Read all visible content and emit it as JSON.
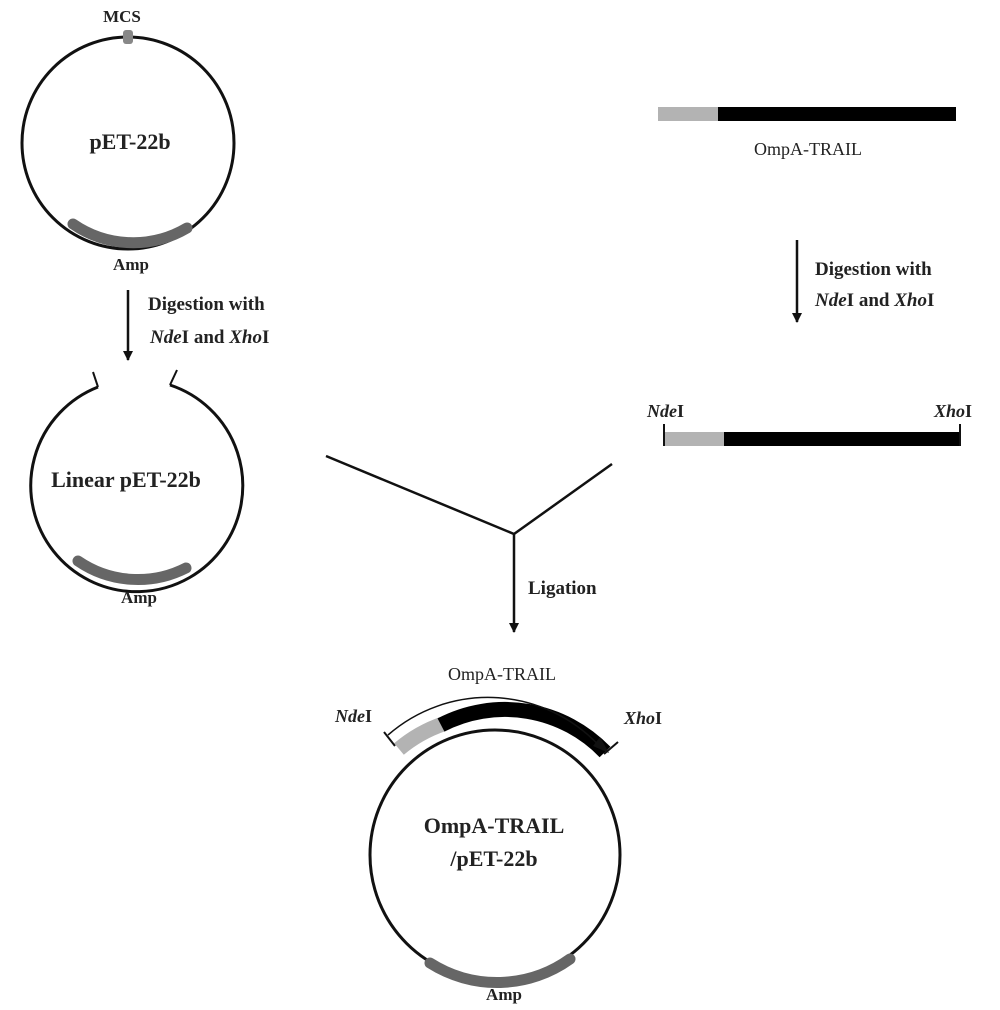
{
  "plasmid": {
    "mcs": "MCS",
    "name": "pET-22b",
    "amp": "Amp"
  },
  "step1": {
    "line1": "Digestion with",
    "enzyme1": "Nde",
    "suffix1": "I",
    "and": " and ",
    "enzyme2": "Xho",
    "suffix2": "I"
  },
  "linear_plasmid": {
    "name": "Linear pET-22b",
    "amp": "Amp"
  },
  "insert": {
    "name": "OmpA-TRAIL"
  },
  "step2": {
    "line1": "Digestion with",
    "enzyme1": "Nde",
    "suffix1": "I",
    "and": " and ",
    "enzyme2": "Xho",
    "suffix2": "I"
  },
  "digested_insert": {
    "left_enzyme": "Nde",
    "left_suffix": "I",
    "right_enzyme": "Xho",
    "right_suffix": "I"
  },
  "ligation": {
    "label": "Ligation"
  },
  "product": {
    "insert_label": "OmpA-TRAIL",
    "left_enzyme": "Nde",
    "left_suffix": "I",
    "right_enzyme": "Xho",
    "right_suffix": "I",
    "name_line1": "OmpA-TRAIL",
    "name_line2": "/pET-22b",
    "amp": "Amp"
  },
  "colors": {
    "line": "#111111",
    "amp": "#666666",
    "signal": "#b3b3b3",
    "trail": "#000000",
    "mcs": "#888888"
  }
}
